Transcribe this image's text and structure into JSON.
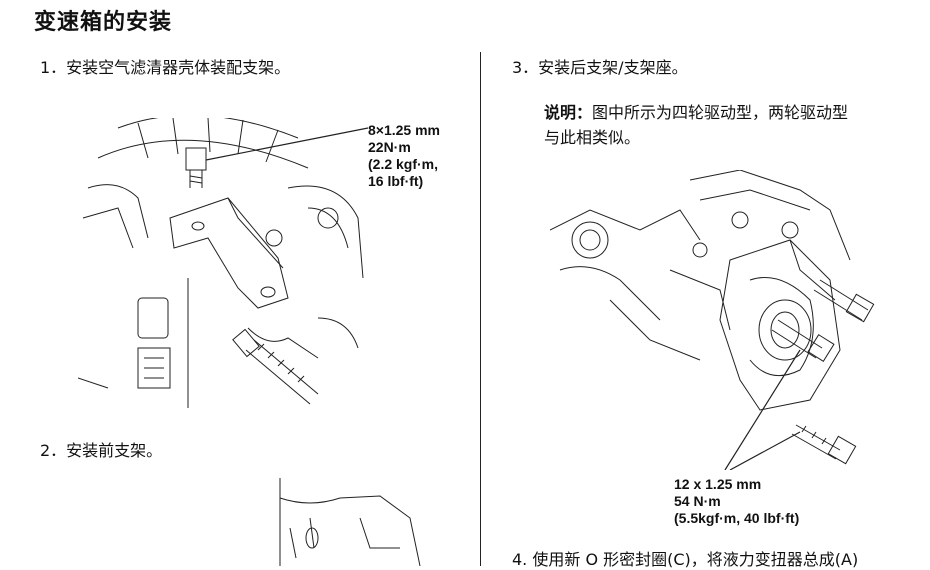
{
  "page": {
    "title": "变速箱的安装"
  },
  "left": {
    "step1": "1．安装空气滤清器壳体装配支架。",
    "spec1": {
      "line1": "8×1.25 mm",
      "line2": "22N·m",
      "line3": "(2.2 kgf·m,",
      "line4": "16 lbf·ft)"
    },
    "step2": "2．安装前支架。"
  },
  "right": {
    "step3": "3．安装后支架/支架座。",
    "note_label": "说明：",
    "note_text_1": "图中所示为四轮驱动型，两轮驱动型",
    "note_text_2": "与此相类似。",
    "spec3": {
      "line1": "12 x 1.25 mm",
      "line2": "54 N·m",
      "line3": "(5.5kgf·m, 40 lbf·ft)"
    },
    "step4": "4. 使用新 O 形密封圈(C)，将液力变扭器总成(A)"
  }
}
